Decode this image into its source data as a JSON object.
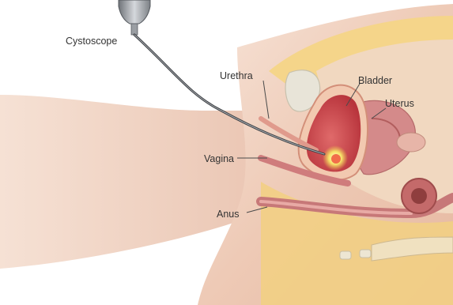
{
  "labels": {
    "cystoscope": "Cystoscope",
    "urethra": "Urethra",
    "bladder": "Bladder",
    "uterus": "Uterus",
    "vagina": "Vagina",
    "anus": "Anus"
  }
}
